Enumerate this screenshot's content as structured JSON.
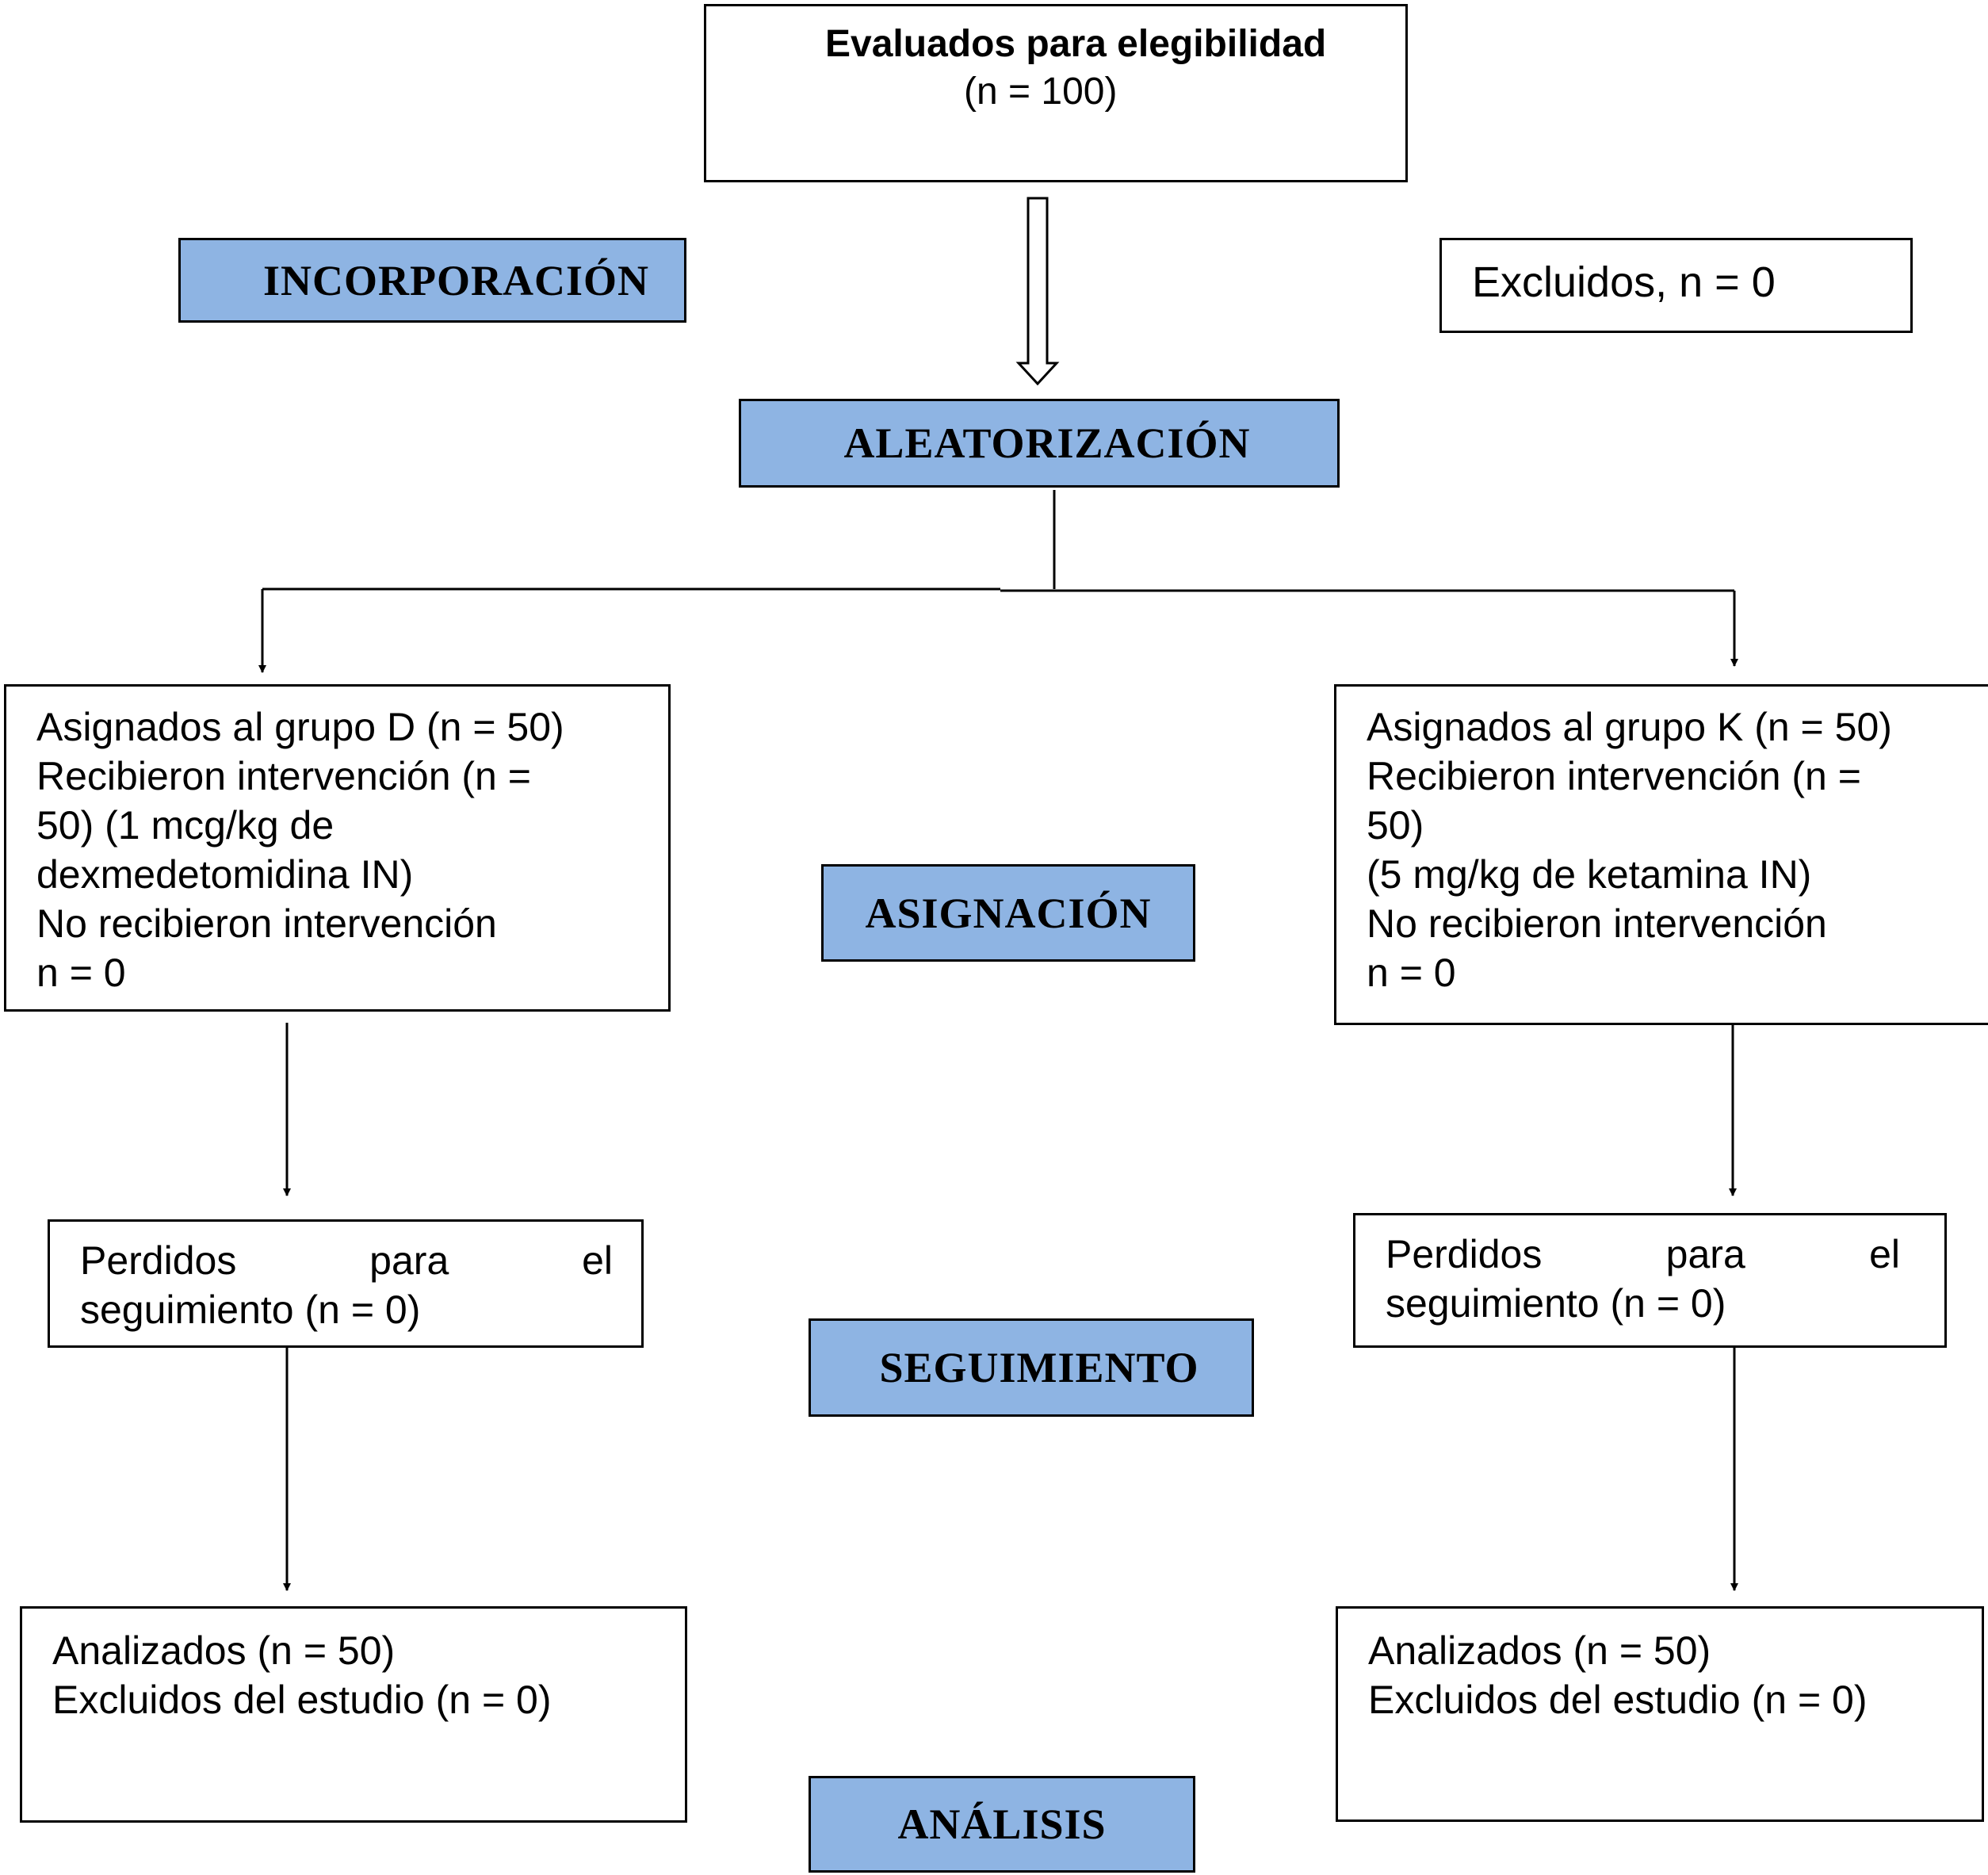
{
  "flow": {
    "eligible": {
      "title": "Evaluados para elegibilidad",
      "count": "(n = 100)"
    },
    "excluded": "Excluidos, n = 0",
    "stages": {
      "incorporacion": "INCORPORACIÓN",
      "aleatorizacion": "ALEATORIZACIÓN",
      "asignacion": "ASIGNACIÓN",
      "seguimiento": "SEGUIMIENTO",
      "analisis": "ANÁLISIS"
    },
    "group_d": {
      "assigned": [
        "Asignados al grupo D (n = 50)",
        "Recibieron intervención (n =",
        "50) (1 mcg/kg de",
        "dexmedetomidina IN)",
        "No recibieron intervención",
        "n = 0"
      ],
      "lost": {
        "words": [
          "Perdidos",
          "para",
          "el"
        ],
        "line2": "seguimiento (n = 0)"
      },
      "analyzed": [
        "Analizados (n = 50)",
        "Excluidos del estudio (n = 0)"
      ]
    },
    "group_k": {
      "assigned": [
        "Asignados al grupo K (n = 50)",
        "Recibieron intervención (n =",
        "50)",
        "(5 mg/kg de ketamina IN)",
        "No recibieron intervención",
        "n = 0"
      ],
      "lost": {
        "words": [
          "Perdidos",
          "para",
          "el"
        ],
        "line2": "seguimiento (n = 0)"
      },
      "analyzed": [
        "Analizados (n = 50)",
        "Excluidos del estudio (n = 0)"
      ]
    }
  }
}
